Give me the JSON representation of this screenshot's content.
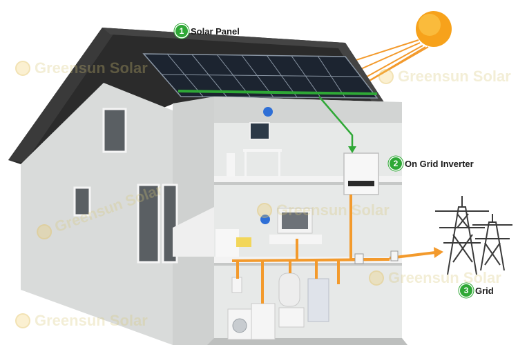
{
  "callouts": [
    {
      "number": "1",
      "label": "Solar Panel"
    },
    {
      "number": "2",
      "label": "On Grid Inverter"
    },
    {
      "number": "3",
      "label": "Grid"
    }
  ],
  "watermark": {
    "text": "Greensun Solar"
  },
  "colors": {
    "accent_green": "#2fa836",
    "flow_orange": "#f39a2c",
    "roof": "#2b2b2b",
    "panel": "#1c2430",
    "wall": "#dcdedd",
    "sun": "#f7a21b"
  }
}
